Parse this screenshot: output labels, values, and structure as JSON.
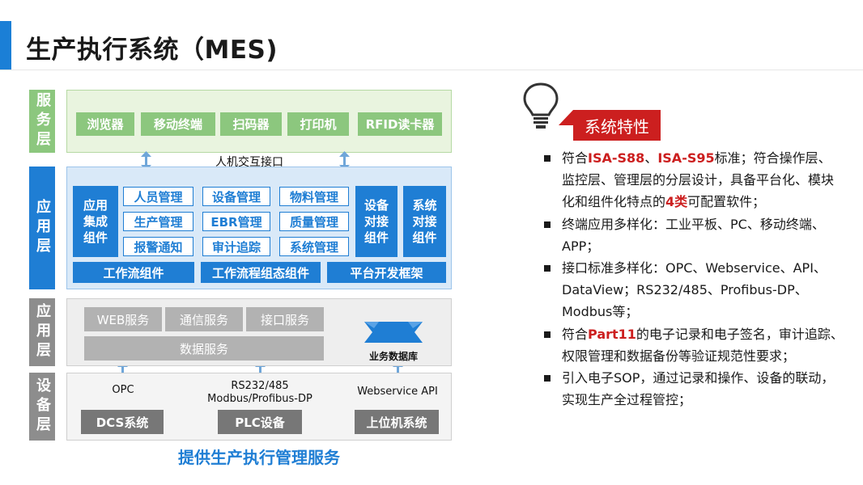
{
  "title": "生产执行系统（MES)",
  "layers": {
    "service": "服务层",
    "application": "应用层",
    "platform": "应用层",
    "device": "设备层"
  },
  "service_items": [
    "浏览器",
    "移动终端",
    "扫码器",
    "打印机",
    "RFID读卡器"
  ],
  "hmi_label": "人机交互接口",
  "app": {
    "integration": "应用集成组件",
    "grid": [
      "人员管理",
      "设备管理",
      "物料管理",
      "生产管理",
      "EBR管理",
      "质量管理",
      "报警通知",
      "审计追踪",
      "系统管理"
    ],
    "device_access": "设备对接组件",
    "system_access": "系统对接组件",
    "bars": [
      "工作流组件",
      "工作流程组态组件",
      "平台开发框架"
    ]
  },
  "platform": {
    "services": [
      "WEB服务",
      "通信服务",
      "接口服务"
    ],
    "data_service": "数据服务",
    "db_label": "业务数据库"
  },
  "device": {
    "protocols": [
      "OPC",
      "RS232/485\nModbus/Profibus-DP",
      "Webservice API"
    ],
    "systems": [
      "DCS系统",
      "PLC设备",
      "上位机系统"
    ]
  },
  "footer": "提供生产执行管理服务",
  "features": {
    "title": "系统特性",
    "items": [
      [
        {
          "t": "符合"
        },
        {
          "t": "ISA-S88",
          "hl": true
        },
        {
          "t": "、"
        },
        {
          "t": "ISA-S95",
          "hl": true
        },
        {
          "t": "标准；符合操作层、监控层、管理层的分层设计，具备平台化、模块化和组件化特点的"
        },
        {
          "t": "4类",
          "hl": true
        },
        {
          "t": "可配置软件；"
        }
      ],
      [
        {
          "t": "终端应用多样化：工业平板、PC、移动终端、APP；"
        }
      ],
      [
        {
          "t": "接口标准多样化：OPC、Webservice、API、DataView；RS232/485、Profibus-DP、Modbus等；"
        }
      ],
      [
        {
          "t": "符合"
        },
        {
          "t": "Part11",
          "hl": true
        },
        {
          "t": "的电子记录和电子签名，审计追踪、权限管理和数据备份等验证规范性要求；"
        }
      ],
      [
        {
          "t": "引入电子SOP，通过记录和操作、设备的联动，实现生产全过程管控；"
        }
      ]
    ]
  },
  "colors": {
    "accent_blue": "#1f7ed4",
    "green": "#8cc77e",
    "red": "#cc1f1f",
    "gray": "#8d8d8d"
  },
  "icons": [
    "lightbulb-icon",
    "database-icon",
    "double-arrow-icon"
  ]
}
